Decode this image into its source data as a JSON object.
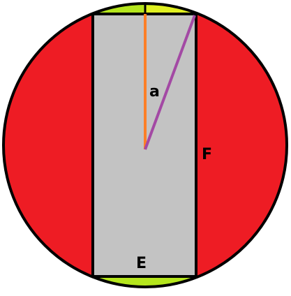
{
  "diagram": {
    "labels": {
      "a": "a",
      "F": "F",
      "E": "E"
    },
    "colors": {
      "circle_fill": "#ee1c24",
      "rect_fill": "#c3c3c3",
      "segment_fill": "#b5e61d",
      "top_half_strip": "#e0f020",
      "radius_line": "#ff7f27",
      "diagonal_line": "#a349a4",
      "outline": "#000000"
    }
  }
}
